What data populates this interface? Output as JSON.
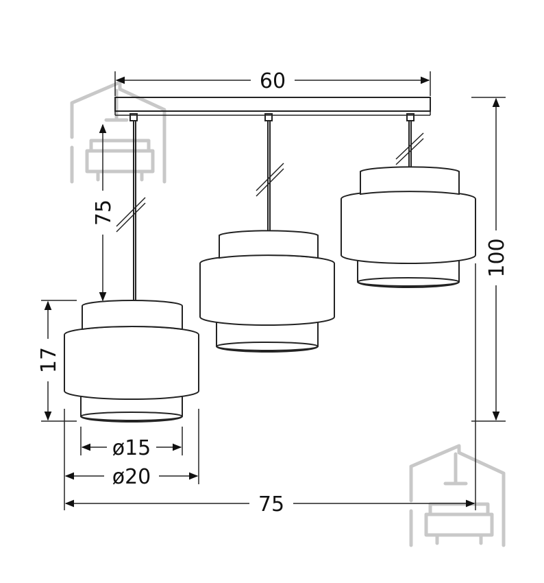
{
  "dimensions": {
    "canopy_width": "60",
    "drop_length": "75",
    "total_height": "100",
    "shade_height": "17",
    "inner_diameter": "ø15",
    "outer_diameter": "ø20",
    "total_width": "75"
  },
  "colors": {
    "line": "#222222",
    "watermark": "#c8c8c8"
  },
  "icons": [
    "house-sofa-watermark-icon",
    "house-sofa-watermark-icon"
  ]
}
